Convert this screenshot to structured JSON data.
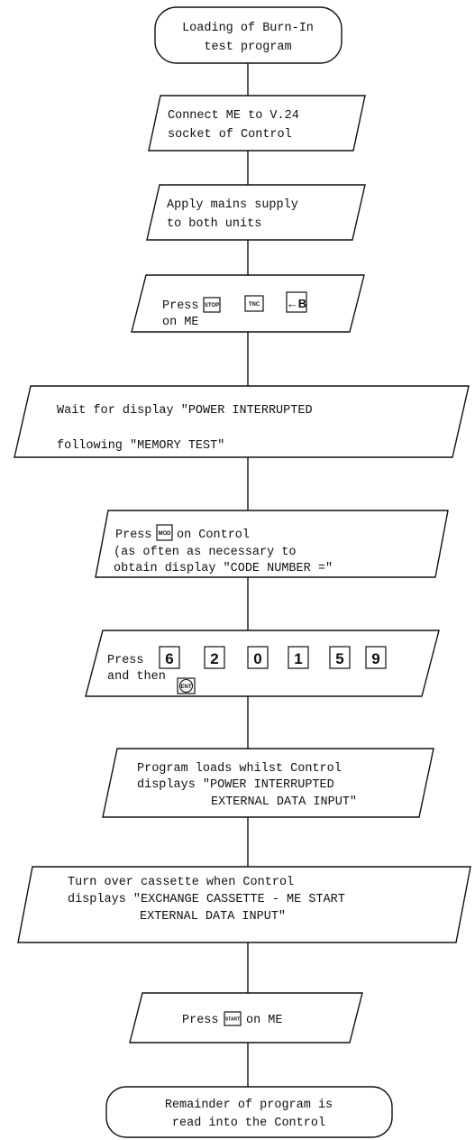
{
  "flowchart": {
    "start": {
      "lines": [
        "Loading of Burn-In",
        "test program"
      ]
    },
    "step1": {
      "lines": [
        "Connect ME to V.24",
        "socket of Control"
      ]
    },
    "step2": {
      "lines": [
        "Apply mains supply",
        "to both units"
      ]
    },
    "step3": {
      "prefix": "Press",
      "line2": "on ME",
      "keys": [
        "STOP",
        "TNC",
        "←B"
      ]
    },
    "step4": {
      "lines": [
        "Wait for display \"POWER INTERRUPTED",
        "following \"MEMORY TEST\""
      ]
    },
    "step5": {
      "prefix": "Press",
      "suffix": "on Control",
      "key": "MOD",
      "lines": [
        "(as often as necessary to",
        "obtain display \"CODE NUMBER =\""
      ]
    },
    "step6": {
      "prefix": "Press",
      "digits": [
        "6",
        "2",
        "0",
        "1",
        "5",
        "9"
      ],
      "line2": "and then",
      "key": "ENT"
    },
    "step7": {
      "lines": [
        "Program loads whilst Control",
        "displays \"POWER INTERRUPTED",
        "EXTERNAL DATA INPUT\""
      ]
    },
    "step8": {
      "lines": [
        "Turn over cassette when Control",
        "displays \"EXCHANGE CASSETTE - ME START",
        "EXTERNAL DATA INPUT\""
      ]
    },
    "step9": {
      "prefix": "Press",
      "suffix": "on ME",
      "key": "START"
    },
    "end": {
      "lines": [
        "Remainder of program is",
        "read into the Control"
      ]
    }
  }
}
